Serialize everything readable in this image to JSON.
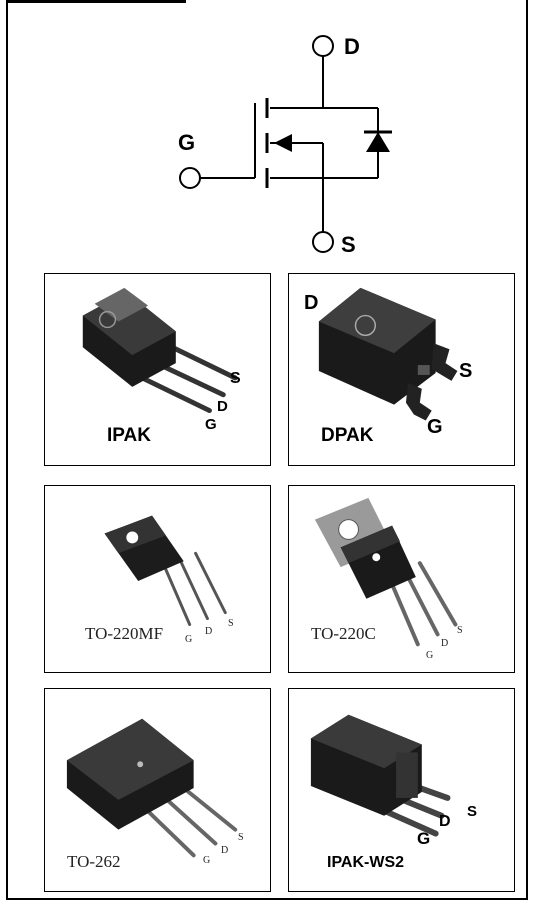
{
  "schematic": {
    "drain_label": "D",
    "gate_label": "G",
    "source_label": "S"
  },
  "packages": [
    {
      "name": "IPAK",
      "pins": [
        "S",
        "D",
        "G"
      ]
    },
    {
      "name": "DPAK",
      "pins": [
        "D",
        "S",
        "G"
      ]
    },
    {
      "name": "TO-220MF",
      "pins": [
        "G",
        "D",
        "S"
      ]
    },
    {
      "name": "TO-220C",
      "pins": [
        "S",
        "D",
        "G"
      ]
    },
    {
      "name": "TO-262",
      "pins": [
        "S",
        "D",
        "G"
      ]
    },
    {
      "name": "IPAK-WS2",
      "pins": [
        "S",
        "D",
        "G"
      ]
    }
  ]
}
